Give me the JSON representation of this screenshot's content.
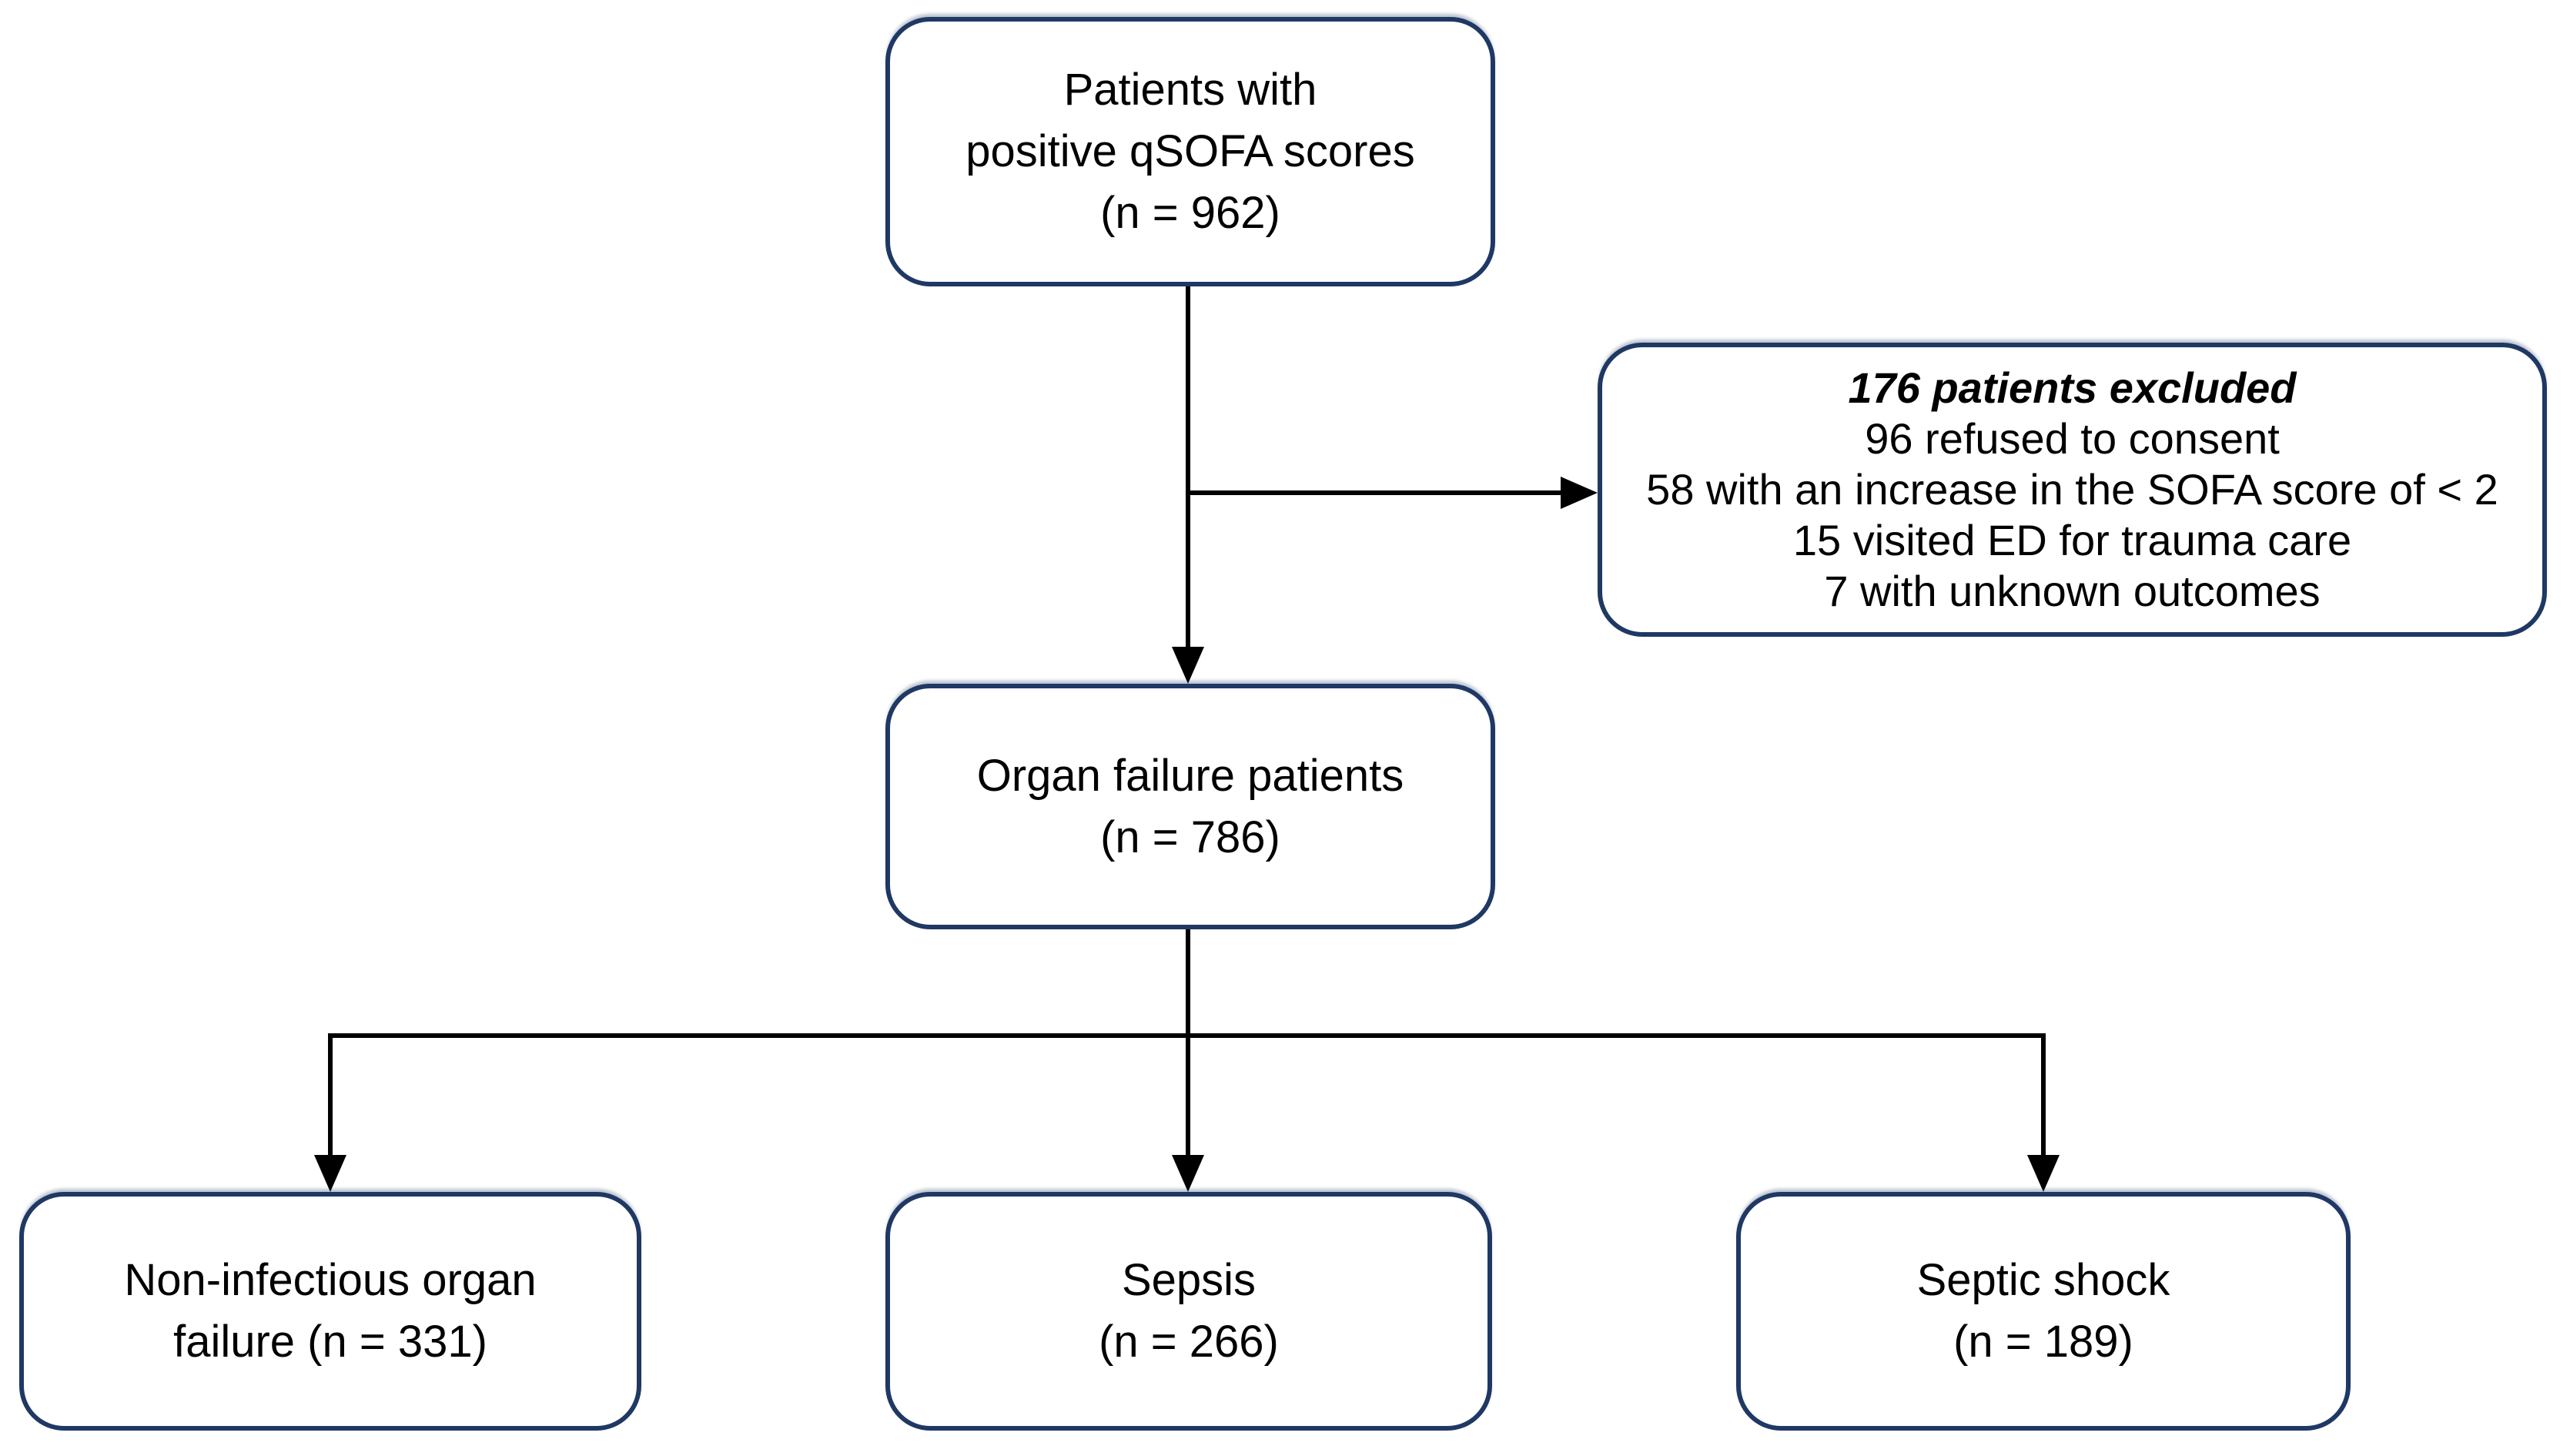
{
  "diagram": {
    "kind": "patient-flow-diagram",
    "colors": {
      "box_border": "#1f3864",
      "box_fill": "#ffffff",
      "connector": "#000000",
      "text": "#000000",
      "background": "#ffffff"
    },
    "nodes": {
      "qsofa": {
        "lines": [
          "Patients with",
          "positive qSOFA scores",
          "(n = 962)"
        ]
      },
      "excluded": {
        "title": "176 patients excluded",
        "reasons": [
          "96 refused to consent",
          "58 with an increase in the SOFA score of < 2",
          "15 visited ED for trauma care",
          "7 with unknown outcomes"
        ]
      },
      "organ_failure": {
        "lines": [
          "Organ failure patients",
          "(n = 786)"
        ]
      },
      "non_infectious": {
        "lines": [
          "Non-infectious organ",
          "failure (n = 331)"
        ]
      },
      "sepsis": {
        "lines": [
          "Sepsis",
          "(n = 266)"
        ]
      },
      "septic_shock": {
        "lines": [
          "Septic shock",
          "(n = 189)"
        ]
      }
    }
  }
}
